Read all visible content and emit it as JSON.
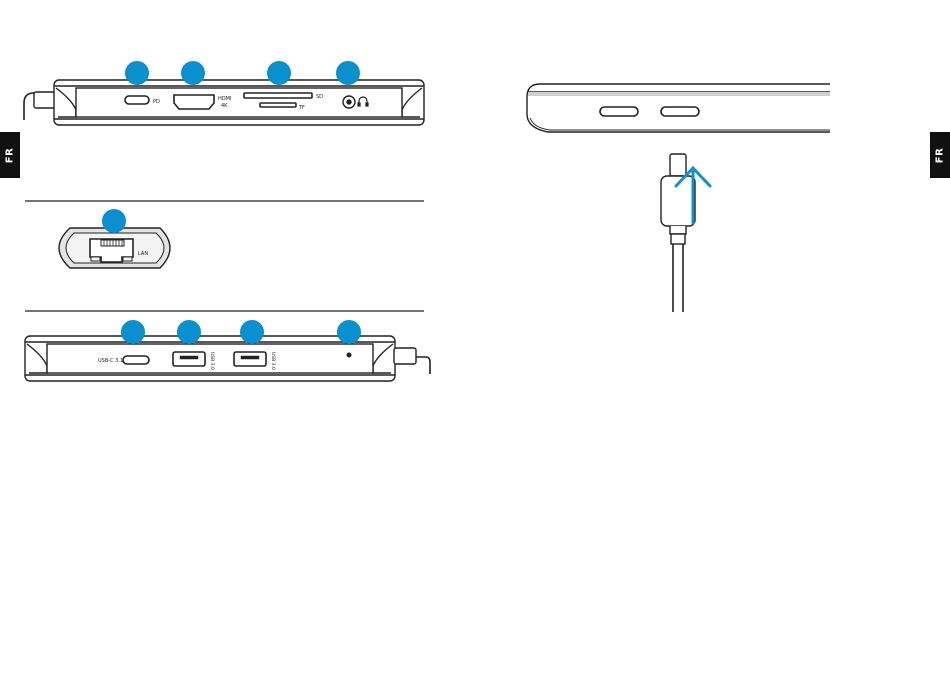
{
  "side_tabs": {
    "left": "FR",
    "right": "FR"
  },
  "hub_top": {
    "port_labels": {
      "pd": "PD",
      "hdmi_line1": "HDMI",
      "hdmi_line2": "4K",
      "sd": "SD",
      "tf": "TF"
    }
  },
  "lan_module": {
    "port_label": "LAN"
  },
  "hub_bottom": {
    "port_labels": {
      "usb_c": "USB-C 3.1",
      "usb_a1": "USB 3.0",
      "usb_a2": "USB 3.0"
    }
  },
  "colors": {
    "callout": "#0a8fcf",
    "arrow": "#1690c8",
    "ink": "#222222",
    "device_shade": "#cfcfcf"
  }
}
